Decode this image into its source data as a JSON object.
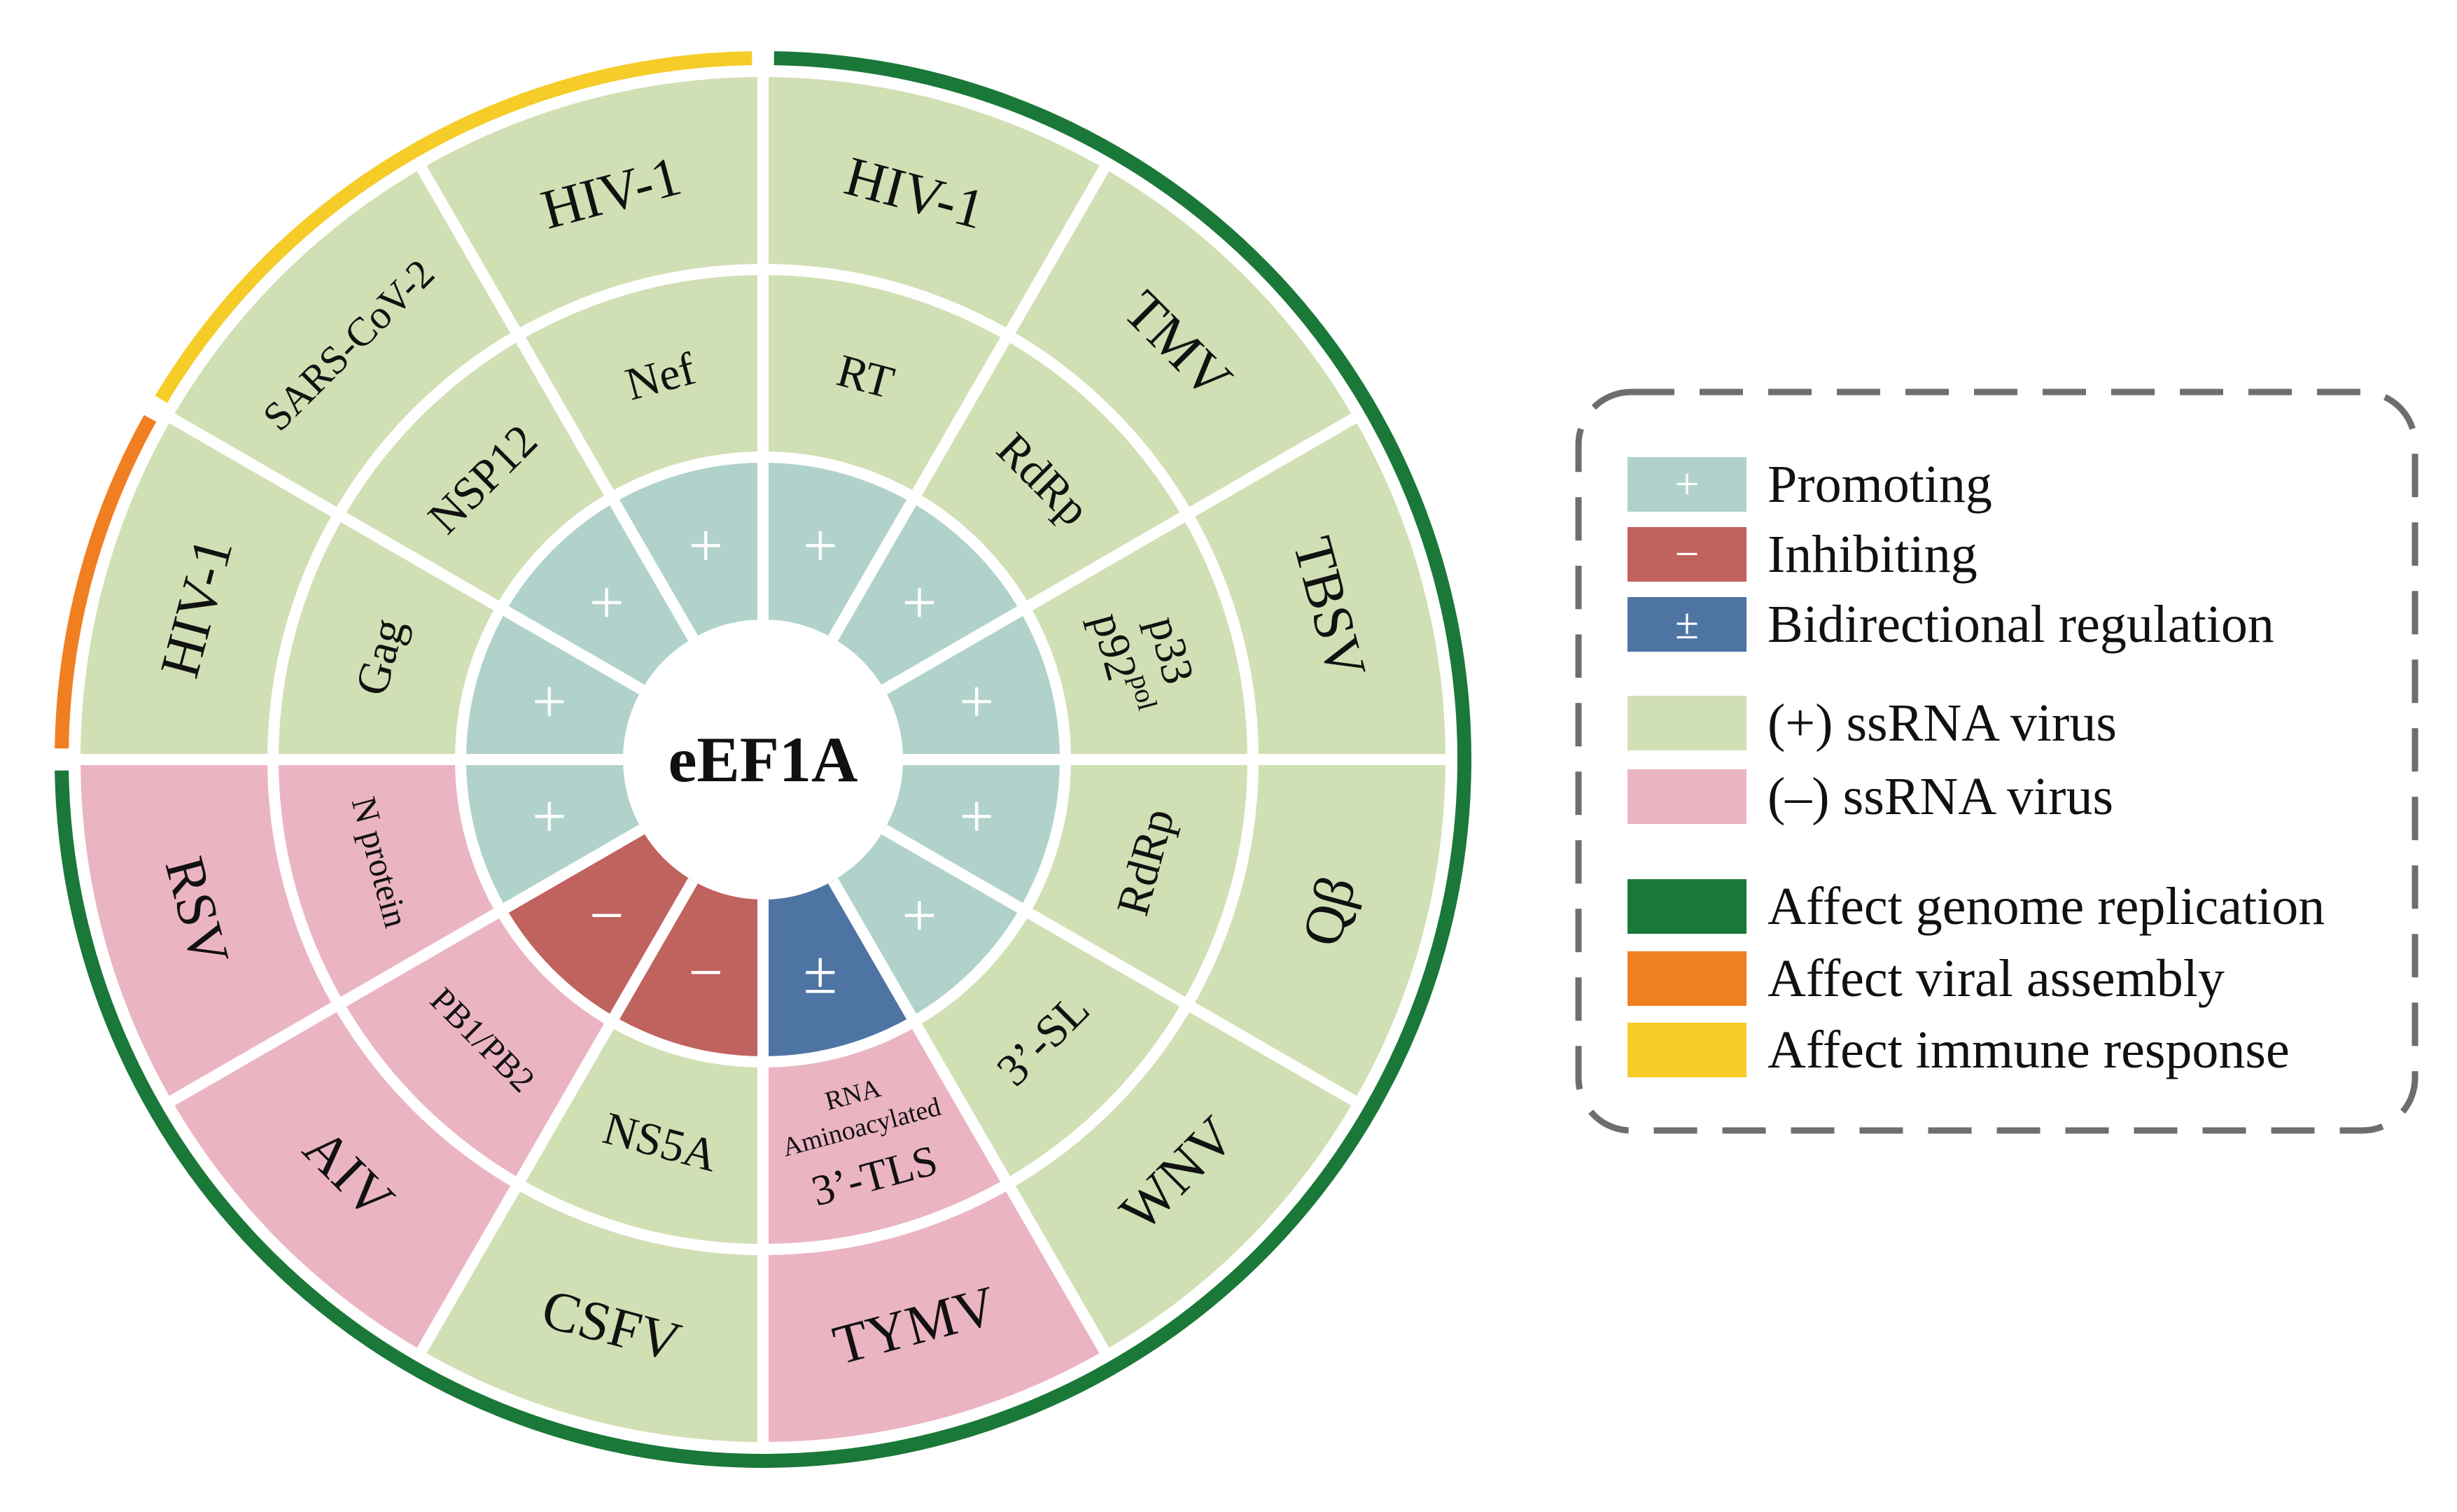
{
  "center_label": "eEF1A",
  "colors": {
    "promoting": "#b0d2ca",
    "inhibiting": "#c0625e",
    "bidirectional": "#4e74a4",
    "pos_ssrna": "#d1dfb4",
    "neg_ssrna": "#ebb4c3",
    "genome_replication": "#1a7838",
    "viral_assembly": "#f07f22",
    "immune_response": "#f5cc28",
    "divider": "#ffffff",
    "legend_border": "#6e6e6e"
  },
  "legend": {
    "effects": [
      {
        "symbol": "+",
        "label": "Promoting",
        "color": "#b0d2ca"
      },
      {
        "symbol": "−",
        "label": "Inhibiting",
        "color": "#c0625e"
      },
      {
        "symbol": "±",
        "label": "Bidirectional regulation",
        "color": "#4e74a4"
      }
    ],
    "virus_types": [
      {
        "label": "(+) ssRNA virus",
        "color": "#d1dfb4"
      },
      {
        "label": "(–) ssRNA virus",
        "color": "#ebb4c3"
      }
    ],
    "functions": [
      {
        "label": "Affect genome replication",
        "color": "#1a7838"
      },
      {
        "label": "Affect viral assembly",
        "color": "#f07f22"
      },
      {
        "label": "Affect immune response",
        "color": "#f5cc28"
      }
    ]
  },
  "segments": [
    {
      "virus": "HIV-1",
      "target": "RT",
      "effect": "+",
      "virus_type": "pos",
      "function": "genome_replication"
    },
    {
      "virus": "TMV",
      "target": "RdRp",
      "effect": "+",
      "virus_type": "pos",
      "function": "genome_replication"
    },
    {
      "virus": "TBSV",
      "target": "p33",
      "target_line2": "p92",
      "target_line2_sup": "pol",
      "effect": "+",
      "virus_type": "pos",
      "function": "genome_replication"
    },
    {
      "virus": "Qβ",
      "target": "RdRp",
      "effect": "+",
      "virus_type": "pos",
      "function": "genome_replication"
    },
    {
      "virus": "WNV",
      "target": "3’-SL",
      "effect": "+",
      "virus_type": "pos",
      "function": "genome_replication"
    },
    {
      "virus": "TYMV",
      "target": "3’-TLS",
      "target_sub1": "Aminoacylated",
      "target_sub2": "RNA",
      "effect": "±",
      "virus_type": "neg",
      "function": "genome_replication"
    },
    {
      "virus": "CSFV",
      "target": "NS5A",
      "effect": "−",
      "virus_type": "pos",
      "function": "genome_replication"
    },
    {
      "virus": "AIV",
      "target": "PB1/PB2",
      "effect": "−",
      "virus_type": "neg",
      "function": "genome_replication"
    },
    {
      "virus": "RSV",
      "target": "N protein",
      "effect": "+",
      "virus_type": "neg",
      "function": "genome_replication"
    },
    {
      "virus": "HIV-1",
      "target": "Gag",
      "effect": "+",
      "virus_type": "pos",
      "function": "viral_assembly"
    },
    {
      "virus": "SARS-CoV-2",
      "target": "NSP12",
      "effect": "+",
      "virus_type": "pos",
      "function": "immune_response"
    },
    {
      "virus": "HIV-1",
      "target": "Nef",
      "effect": "+",
      "virus_type": "pos",
      "function": "immune_response"
    }
  ]
}
